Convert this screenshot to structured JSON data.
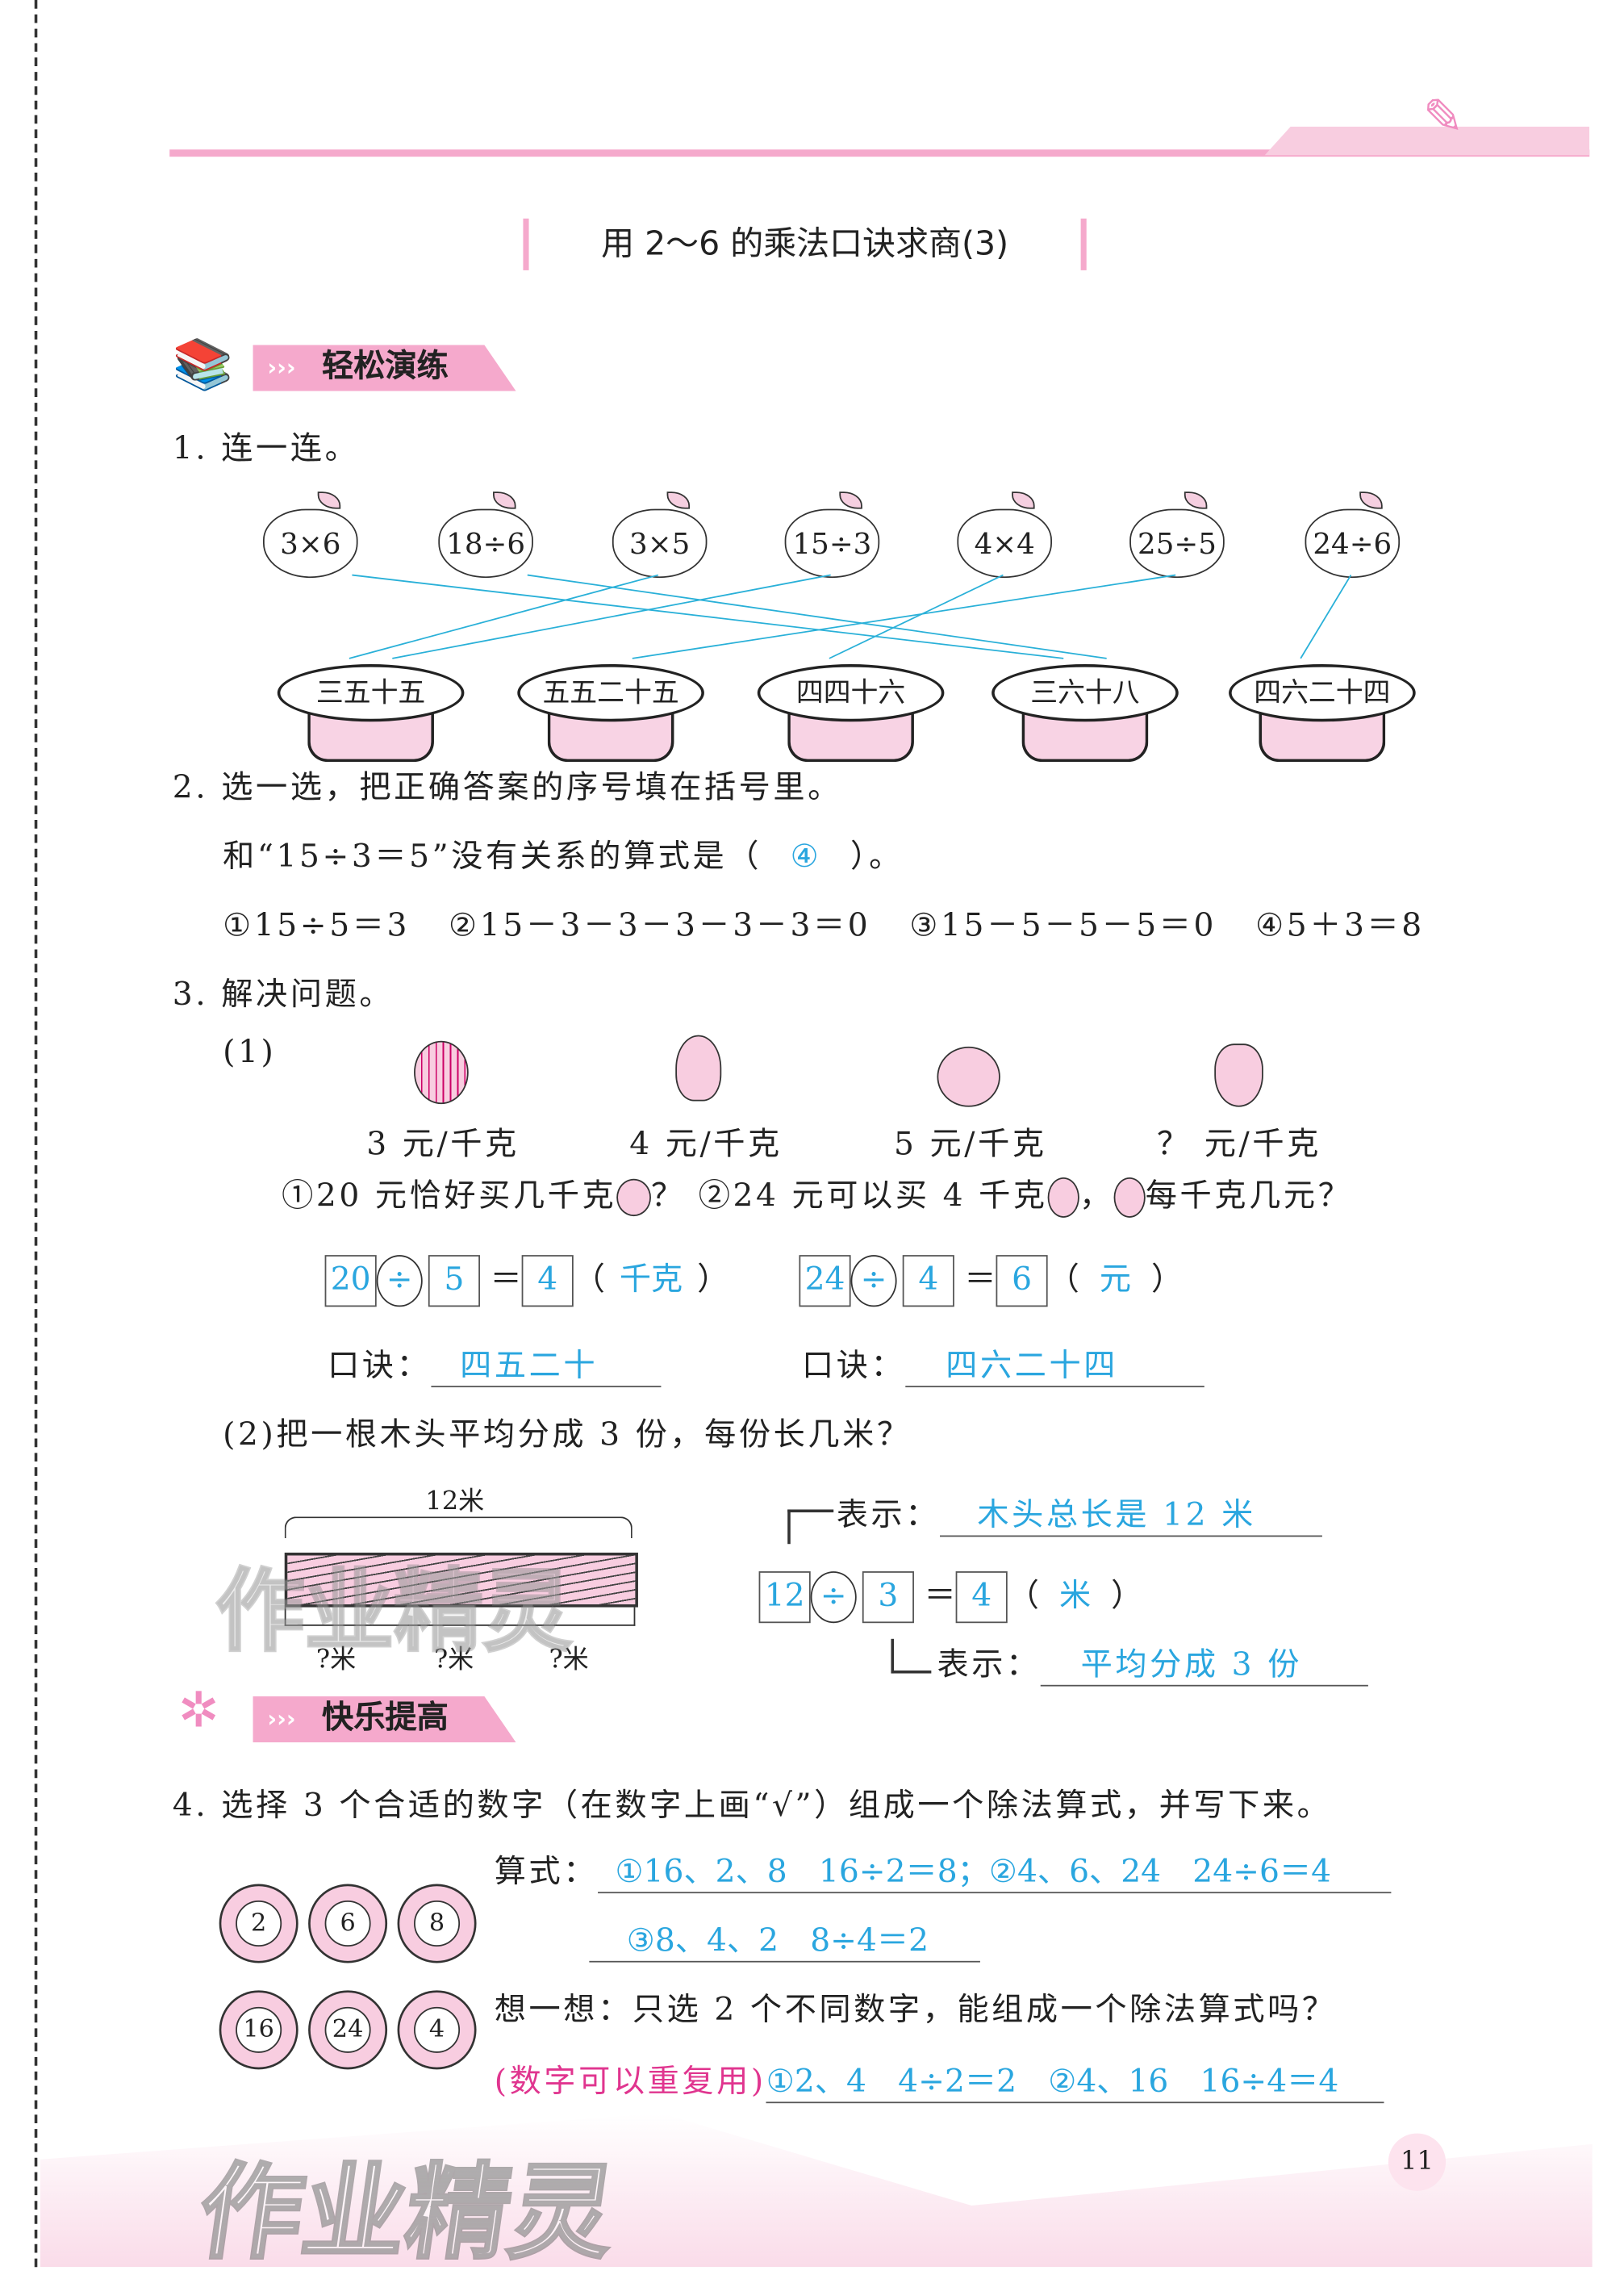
{
  "title": "用 2～6 的乘法口诀求商(3)",
  "section1": "轻松演练",
  "section2": "快乐提高",
  "q1": {
    "label": "1. 连一连。",
    "apples": [
      "3×6",
      "18÷6",
      "3×5",
      "15÷3",
      "4×4",
      "25÷5",
      "24÷6"
    ],
    "bowls": [
      "三五十五",
      "五五二十五",
      "四四十六",
      "三六十八",
      "四六二十四"
    ],
    "answer_links": [
      [
        0,
        3
      ],
      [
        1,
        3
      ],
      [
        2,
        0
      ],
      [
        3,
        0
      ],
      [
        4,
        2
      ],
      [
        5,
        1
      ],
      [
        6,
        4
      ]
    ]
  },
  "q2": {
    "label": "2. 选一选，把正确答案的序号填在括号里。",
    "question_pre": "和“15÷3＝5”没有关系的算式是（",
    "answer": "④",
    "question_post": "）。",
    "options": [
      "①15÷5＝3",
      "②15－3－3－3－3－3＝0",
      "③15－5－5－5＝0",
      "④5＋3＝8"
    ]
  },
  "q3": {
    "label": "3. 解决问题。",
    "p1": {
      "num": "(1)",
      "prices": [
        "3 元/千克",
        "4 元/千克",
        "5 元/千克",
        "？ 元/千克"
      ],
      "sub1": "①20 元恰好买几千克",
      "sub1_end": "？",
      "sub2": "②24 元可以买 4 千克",
      "sub2_mid": "，",
      "sub2_end": "每千克几元？",
      "eq1": [
        "20",
        "÷",
        "5",
        "＝",
        "4",
        "千克"
      ],
      "eq2": [
        "24",
        "÷",
        "4",
        "＝",
        "6",
        "元"
      ],
      "koujue_label": "口诀：",
      "koujue1": "四五二十",
      "koujue2": "四六二十四"
    },
    "p2": {
      "question": "(2)把一根木头平均分成 3 份，每份长几米？",
      "total": "12米",
      "part": "?米",
      "label1": "表示：",
      "meaning1": "木头总长是 12 米",
      "eq": [
        "12",
        "÷",
        "3",
        "＝",
        "4",
        "米"
      ],
      "label2": "表示：",
      "meaning2": "平均分成 3 份"
    }
  },
  "q4": {
    "label": "4. 选择 3 个合适的数字（在数字上画“√”）组成一个除法算式，并写下来。",
    "flowers_row1": [
      "2",
      "6",
      "8"
    ],
    "flowers_row2": [
      "16",
      "24",
      "4"
    ],
    "formula_label": "算式：",
    "answer1": "①16、2、8　16÷2＝8；②4、6、24　24÷6＝4",
    "answer2": "③8、4、2　8÷4＝2",
    "think": "想一想：只选 2 个不同数字，能组成一个除法算式吗？",
    "hint": "(数字可以重复用)",
    "answer3": "①2、4　4÷2＝2　②4、16　16÷4＝4"
  },
  "page_number": "11",
  "watermark": "作业精灵",
  "colors": {
    "accent": "#f5a9cc",
    "answer": "#2aa6df",
    "hint": "#e0358f"
  }
}
